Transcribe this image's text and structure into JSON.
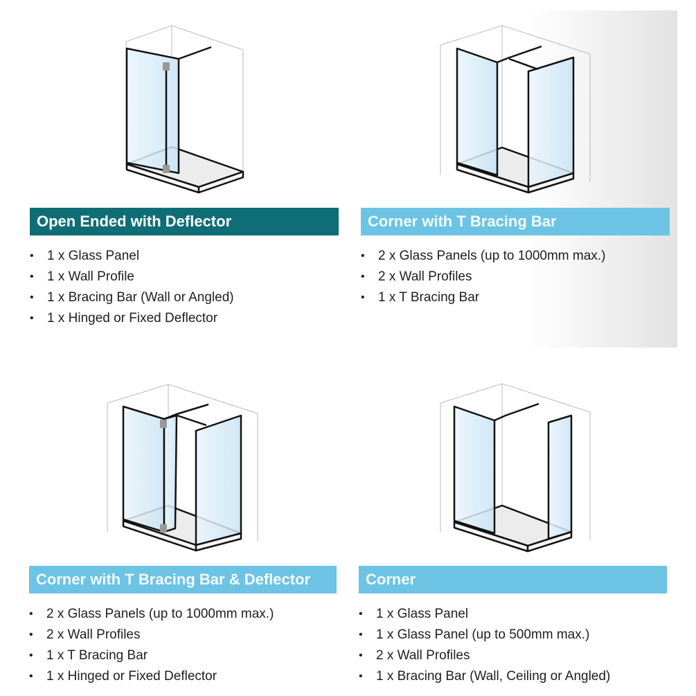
{
  "colors": {
    "teal": "#0f6e75",
    "sky": "#6cc3e4",
    "glass": "#d3e9f7",
    "frame": "#111111"
  },
  "options": [
    {
      "title": "Open Ended with Deflector",
      "items": [
        "1 x Glass Panel",
        "1 x Wall Profile",
        "1 x Bracing Bar (Wall or Angled)",
        "1 x Hinged or Fixed Deflector"
      ]
    },
    {
      "title": "Corner with T Bracing Bar",
      "items": [
        "2 x Glass Panels (up to 1000mm max.)",
        "2 x Wall Profiles",
        "1 x T Bracing Bar"
      ]
    },
    {
      "title": "Corner with T Bracing Bar & Deflector",
      "items": [
        "2 x Glass Panels (up to 1000mm max.)",
        "2 x Wall Profiles",
        "1 x T Bracing Bar",
        "1 x Hinged or Fixed Deflector"
      ]
    },
    {
      "title": "Corner",
      "items": [
        "1 x Glass Panel",
        "1 x Glass Panel (up to 500mm max.)",
        "2 x Wall Profiles",
        "1 x Bracing Bar (Wall, Ceiling or Angled)"
      ]
    }
  ]
}
